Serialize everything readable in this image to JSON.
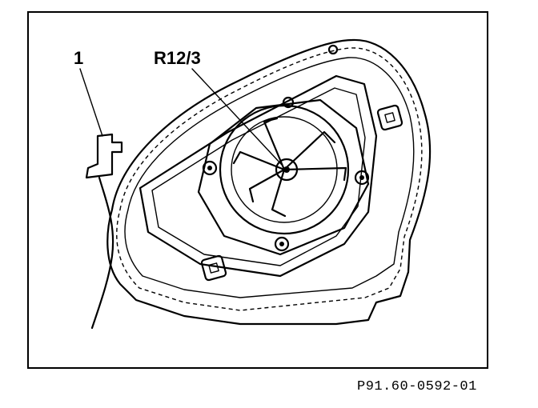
{
  "callouts": {
    "item_1": "1",
    "item_r12_3": "R12/3"
  },
  "figure_code": "P91.60-0592-01",
  "colors": {
    "ink": "#000000",
    "paper": "#ffffff"
  }
}
